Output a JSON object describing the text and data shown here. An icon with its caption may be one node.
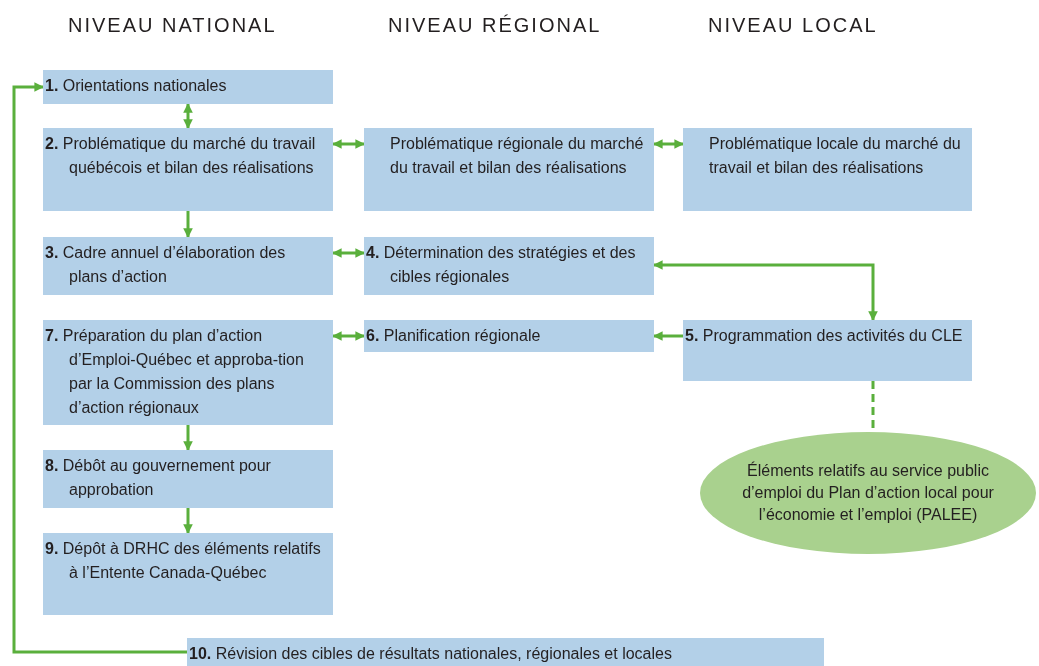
{
  "diagram": {
    "nodes": [
      {
        "text": [
          "**1.** Orientations nationales"
        ]
      },
      {
        "text": [
          "**2.** Problématique du marché du travail québécois et bilan des réalisations"
        ]
      },
      {
        "text": [
          "Problématique régionale du marché du travail et bilan des réalisations"
        ]
      },
      {
        "text": [
          "Problématique locale du marché du travail et bilan des réalisations"
        ]
      },
      {
        "text": [
          "**3.** Cadre annuel d’élaboration des plans d’action"
        ]
      },
      {
        "text": [
          "**4.** Détermination des stratégies et des cibles régionales"
        ]
      },
      {
        "text": [
          "**7.** Préparation du plan d’action d’Emploi-Québec et approba-tion par la Commission des plans d’action régionaux"
        ]
      },
      {
        "text": [
          "**6.** Planification régionale"
        ]
      },
      {
        "text": [
          "**5.** Programmation des activités du CLE"
        ]
      },
      {
        "text": [
          "**8.** Débôt au gouvernement pour approbation"
        ]
      },
      {
        "text": [
          "Éléments relatifs au service public d’emploi du Plan d’action local pour l’économie et l’emploi (PALEE)"
        ]
      },
      {
        "text": [
          "**9.** Dépôt à DRHC des éléments relatifs à l’Entente Canada-Québec"
        ]
      },
      {
        "text": [
          "**10.** Révision des cibles de résultats nationales, régionales et locales"
        ]
      }
    ],
    "edges": [
      {
        "from": 0,
        "to": 1,
        "arrow": "both"
      },
      {
        "from": 1,
        "to": 4,
        "arrow": "to"
      },
      {
        "from": 1,
        "to": 2,
        "arrow": "both"
      },
      {
        "from": 2,
        "to": 3,
        "arrow": "both"
      },
      {
        "from": 4,
        "to": 5,
        "arrow": "both"
      },
      {
        "from": 5,
        "to": 8,
        "arrow": "both"
      },
      {
        "from": 8,
        "to": 7,
        "arrow": "to"
      },
      {
        "from": 6,
        "to": 7,
        "arrow": "both"
      },
      {
        "from": 6,
        "to": 9,
        "arrow": "to"
      },
      {
        "from": 9,
        "to": 11,
        "arrow": "to"
      },
      {
        "from": 8,
        "to": 10,
        "arrow": "none",
        "style": "dashed"
      },
      {
        "from": 12,
        "to": 0,
        "arrow": "to"
      }
    ],
    "labels": [
      "NIVEAU NATIONAL",
      "NIVEAU RÉGIONAL",
      "NIVEAU LOCAL"
    ]
  }
}
